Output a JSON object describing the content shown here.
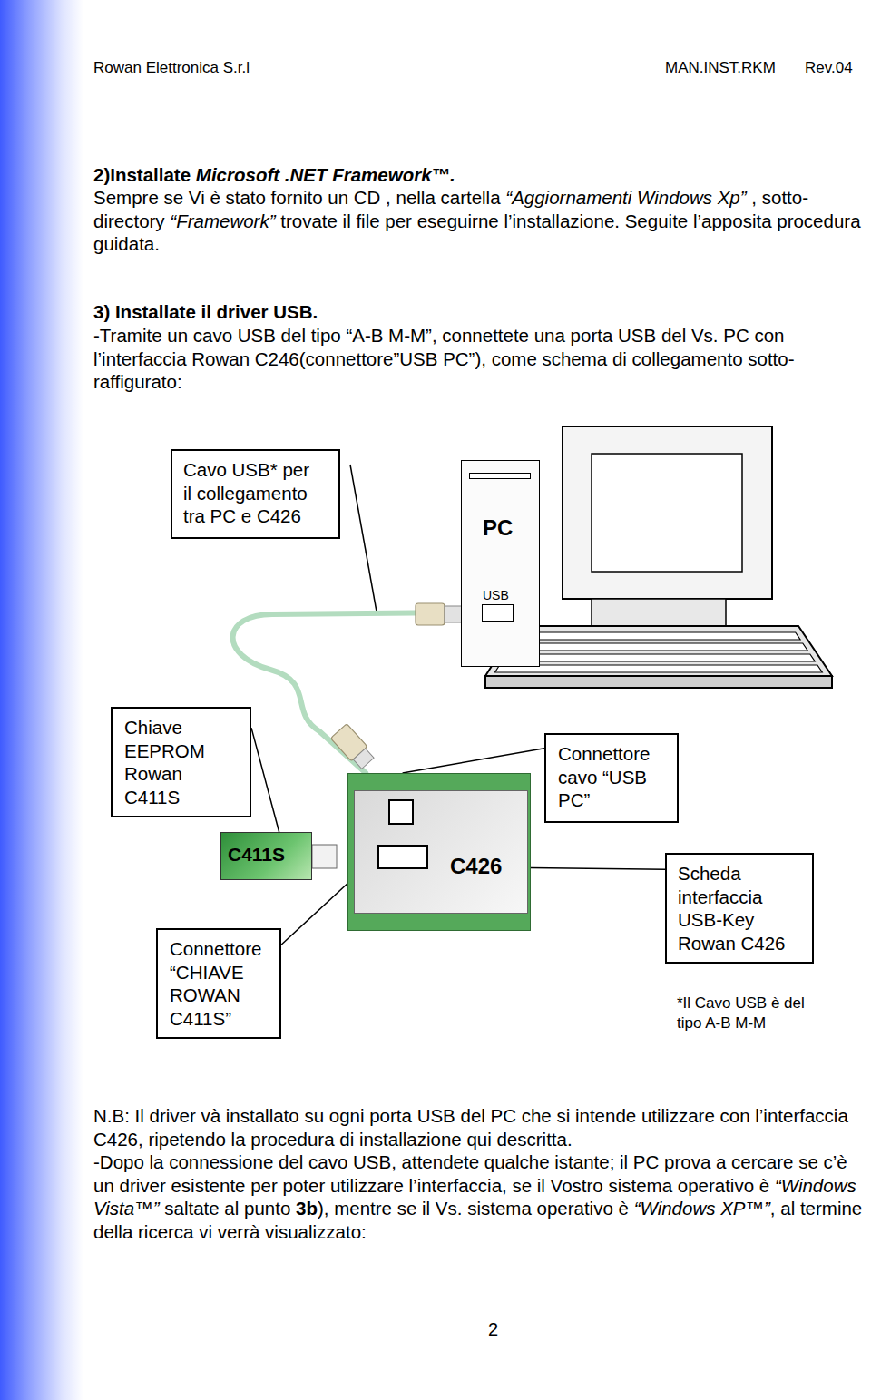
{
  "diagram": {
    "nodes": [
      {
        "text": [
          "Cavo USB* per il collegamento tra PC e C426"
        ]
      },
      {
        "text": [
          "PC",
          "USB"
        ]
      },
      {
        "text": [
          "Chiave EEPROM Rowan C411S"
        ]
      },
      {
        "text": [
          "Connettore cavo “USB PC”"
        ]
      },
      {
        "text": [
          "C411S"
        ]
      },
      {
        "text": [
          "C426"
        ]
      },
      {
        "text": [
          "Scheda interfaccia USB-Key Rowan C426"
        ]
      },
      {
        "text": [
          "Connettore “CHIAVE ROWAN C411S”"
        ]
      }
    ],
    "edges": [
      {
        "from": 1,
        "to": 5,
        "arrow": "none"
      },
      {
        "from": 2,
        "to": 4,
        "arrow": "none"
      },
      {
        "from": 3,
        "to": 5,
        "arrow": "none"
      },
      {
        "from": 6,
        "to": 5,
        "arrow": "none"
      },
      {
        "from": 7,
        "to": 5,
        "arrow": "none"
      }
    ],
    "labels": [
      "Rowan Elettronica S.r.l",
      "MAN.INST.RKM",
      "Rev.04",
      "2)Installate",
      "Microsoft .NET Framework™.",
      "Sempre se Vi è stato fornito un CD , nella cartella",
      "“Aggiornamenti Windows Xp”",
      ", sotto-directory",
      "“Framework”",
      "trovate il file per eseguirne l’installazione. Seguite l’apposita procedura guidata.",
      "3) Installate il driver USB.",
      "-Tramite un cavo USB del tipo “A-B M-M”, connettete una porta USB del Vs. PC con l’interfaccia Rowan C246(connettore”USB PC”), come schema di collegamento sotto-raffigurato:",
      "*Il Cavo USB è del tipo A-B M-M",
      "N.B: Il driver và installato su ogni porta USB del PC che si intende utilizzare con l’interfaccia C426, ripetendo la procedura di installazione qui descritta.",
      "-Dopo la connessione del cavo USB, attendete qualche istante; il PC prova a cercare se c’è un driver esistente per poter utilizzare l’interfaccia, se il Vostro sistema operativo è",
      "“Windows Vista™”",
      "saltate al punto",
      "3b",
      "), mentre se il Vs. sistema operativo è",
      "“Windows XP™”",
      ", al termine della ricerca vi verrà visualizzato:",
      "2"
    ]
  }
}
